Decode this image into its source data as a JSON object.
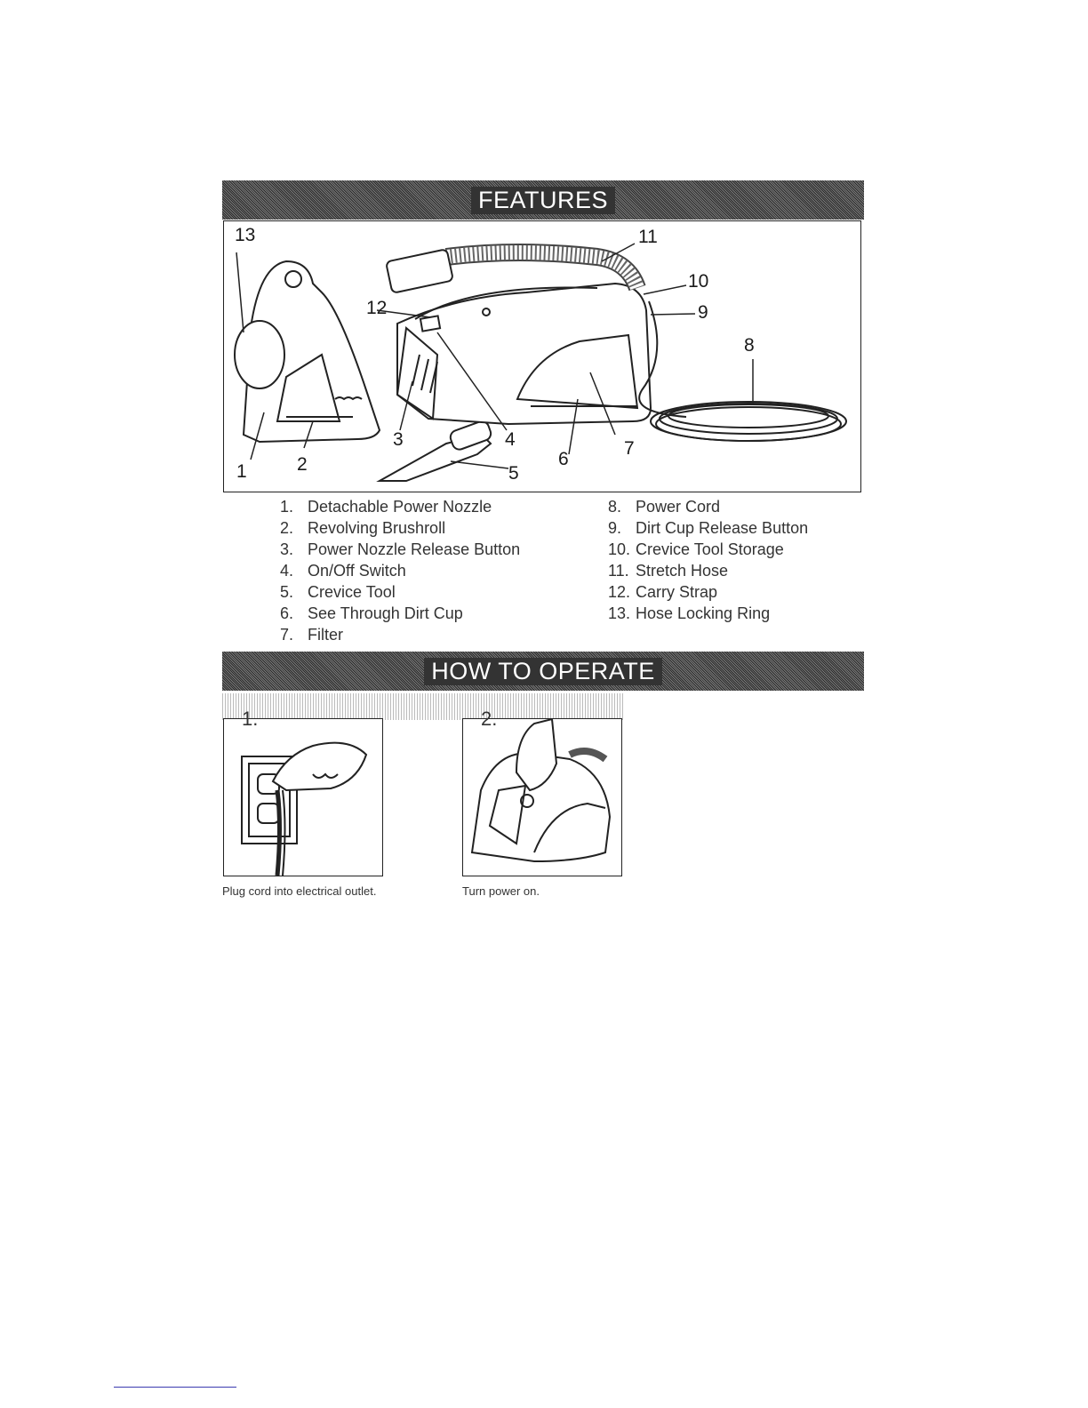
{
  "features": {
    "heading": "FEATURES",
    "callouts": [
      "1",
      "2",
      "3",
      "4",
      "5",
      "6",
      "7",
      "8",
      "9",
      "10",
      "11",
      "12",
      "13"
    ],
    "items_left": [
      {
        "num": "1.",
        "label": "Detachable Power Nozzle"
      },
      {
        "num": "2.",
        "label": "Revolving Brushroll"
      },
      {
        "num": "3.",
        "label": "Power Nozzle Release Button"
      },
      {
        "num": "4.",
        "label": "On/Off Switch"
      },
      {
        "num": "5.",
        "label": "Crevice Tool"
      },
      {
        "num": "6.",
        "label": "See Through Dirt Cup"
      },
      {
        "num": "7.",
        "label": "Filter"
      }
    ],
    "items_right": [
      {
        "num": "8.",
        "label": "Power Cord"
      },
      {
        "num": "9.",
        "label": "Dirt Cup Release Button"
      },
      {
        "num": "10.",
        "label": "Crevice Tool Storage"
      },
      {
        "num": "11.",
        "label": "Stretch Hose"
      },
      {
        "num": "12.",
        "label": "Carry Strap"
      },
      {
        "num": "13.",
        "label": "Hose Locking Ring"
      }
    ]
  },
  "operate": {
    "heading": "HOW TO OPERATE",
    "steps": [
      {
        "num": "1.",
        "caption": "Plug cord into electrical outlet.",
        "illustration": "plug-into-outlet-illustration"
      },
      {
        "num": "2.",
        "caption": "Turn power on.",
        "illustration": "turn-power-on-illustration"
      }
    ]
  }
}
